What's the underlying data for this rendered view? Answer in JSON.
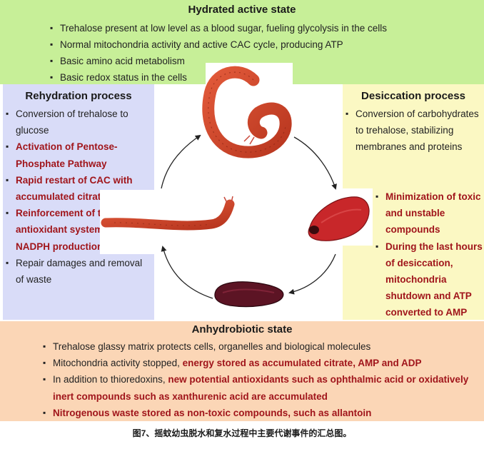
{
  "hydrated": {
    "title": "Hydrated active state",
    "items": [
      "Trehalose present at low level as a blood sugar, fueling glycolysis in the cells",
      "Normal mitochondria activity and active CAC cycle, producing ATP",
      "Basic amino acid metabolism",
      "Basic redox status in the cells"
    ]
  },
  "rehydration": {
    "title": "Rehydration process",
    "items": [
      {
        "text": "Conversion of trehalose to glucose",
        "highlight": false
      },
      {
        "text": "Activation of Pentose-Phosphate Pathway",
        "highlight": true
      },
      {
        "text": "Rapid restart of CAC with accumulated citrate and AMP",
        "highlight": true
      },
      {
        "text": "Reinforcement of the antioxidant system through NADPH production",
        "highlight": true
      },
      {
        "text": "Repair damages and removal of waste",
        "highlight": false
      }
    ]
  },
  "desiccation": {
    "title": "Desiccation process",
    "items": [
      {
        "text": "Conversion of carbohydrates to trehalose, stabilizing membranes and proteins",
        "highlight": false
      }
    ],
    "lower_items": [
      {
        "text": "Minimization of toxic and unstable compounds",
        "highlight": true
      },
      {
        "text": "During the last hours of desiccation, mitochondria shutdown and ATP converted to AMP and ADP",
        "highlight": true
      }
    ]
  },
  "anhydrobiotic": {
    "title": "Anhydrobiotic state",
    "items": [
      {
        "parts": [
          {
            "text": "Trehalose glassy matrix protects cells, organelles and biological molecules",
            "highlight": false
          }
        ]
      },
      {
        "parts": [
          {
            "text": "Mitochondria activity stopped, ",
            "highlight": false
          },
          {
            "text": "energy stored as accumulated citrate, AMP and ADP",
            "highlight": true
          }
        ]
      },
      {
        "parts": [
          {
            "text": "In addition to thioredoxins, ",
            "highlight": false
          },
          {
            "text": "new potential antioxidants such as ophthalmic acid or oxidatively inert compounds such as xanthurenic acid are accumulated",
            "highlight": true
          }
        ]
      },
      {
        "parts": [
          {
            "text": "Nitrogenous waste stored as non-toxic compounds, such as allantoin",
            "highlight": true
          }
        ]
      }
    ]
  },
  "caption": "图7、摇蚊幼虫脱水和复水过程中主要代谢事件的汇总图。",
  "colors": {
    "hydrated_bg": "#c7ef98",
    "rehydration_bg": "#d9dcf8",
    "desiccation_bg": "#fbf8c3",
    "anhydrobiotic_bg": "#fbd6b6",
    "highlight_text": "#a0151b"
  }
}
